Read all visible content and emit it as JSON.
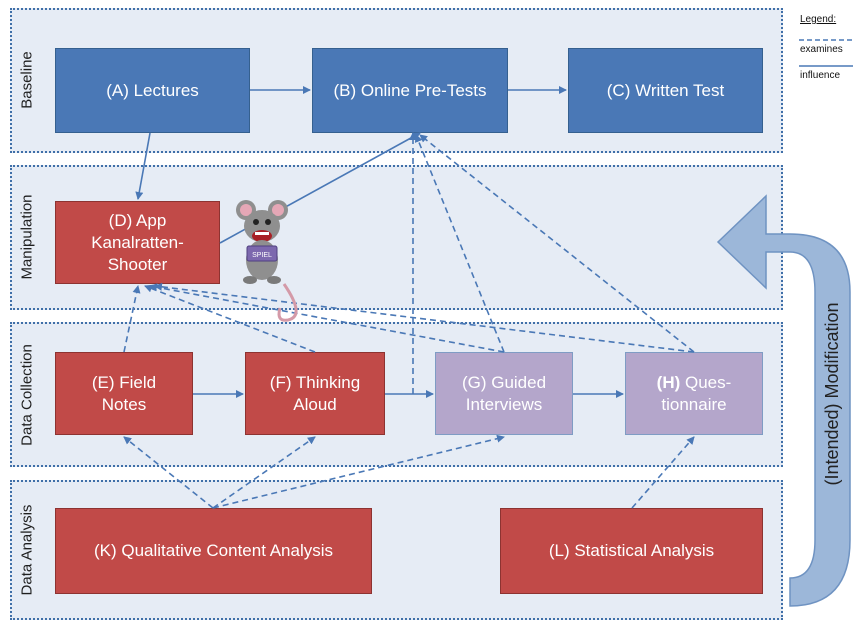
{
  "legend": {
    "title": "Legend:",
    "examines": "examines",
    "influence": "influence"
  },
  "lanes": {
    "baseline": "Baseline",
    "manipulation": "Manipulation",
    "data_collection": "Data Collection",
    "data_analysis": "Data Analysis"
  },
  "modification_label": "(Intended) Modification",
  "nodes": {
    "A": {
      "line1": "(A) Lectures"
    },
    "B": {
      "line1": "(B) Online Pre-Tests"
    },
    "C": {
      "line1": "(C) Written Test"
    },
    "D": {
      "line1": "(D)  App",
      "line2": "Kanalratten-",
      "line3": "Shooter"
    },
    "E": {
      "line1": "(E) Field",
      "line2": "Notes"
    },
    "F": {
      "line1": "(F) Thinking",
      "line2": "Aloud"
    },
    "G": {
      "line1": "(G) Guided",
      "line2": "Interviews"
    },
    "H": {
      "line1_bold": "(H)",
      "line1_rest": " Ques-",
      "line2": "tionnaire"
    },
    "K": {
      "line1": "(K) Qualitative Content Analysis"
    },
    "L": {
      "line1": "(L) Statistical Analysis"
    }
  },
  "mascot_sign": "SPIEL",
  "colors": {
    "lane_fill": "#e6ecf5",
    "lane_border": "#3f6fa8",
    "blue_box": "#4a78b6",
    "red_box": "#c14a48",
    "purple_box": "#b4a6cb",
    "arrow": "#4a78b6"
  }
}
